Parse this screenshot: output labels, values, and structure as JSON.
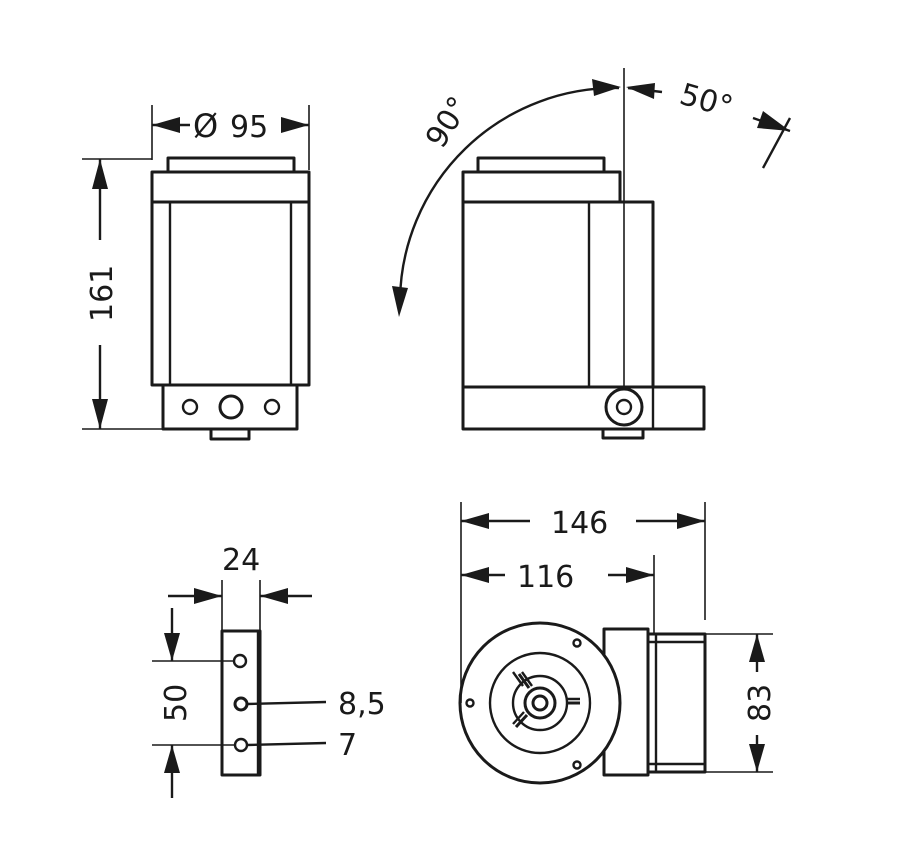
{
  "front_view": {
    "diameter_symbol": "Ø",
    "diameter_value": "95",
    "height_value": "161"
  },
  "side_view": {
    "tilt_back_angle": "90°",
    "tilt_forward_angle": "50°"
  },
  "base_plate_view": {
    "width_value": "24",
    "hole_spacing_value": "50",
    "large_hole_value": "8,5",
    "small_hole_value": "7"
  },
  "bottom_view": {
    "total_length_value": "146",
    "pivot_length_value": "116",
    "bracket_height_value": "83"
  }
}
